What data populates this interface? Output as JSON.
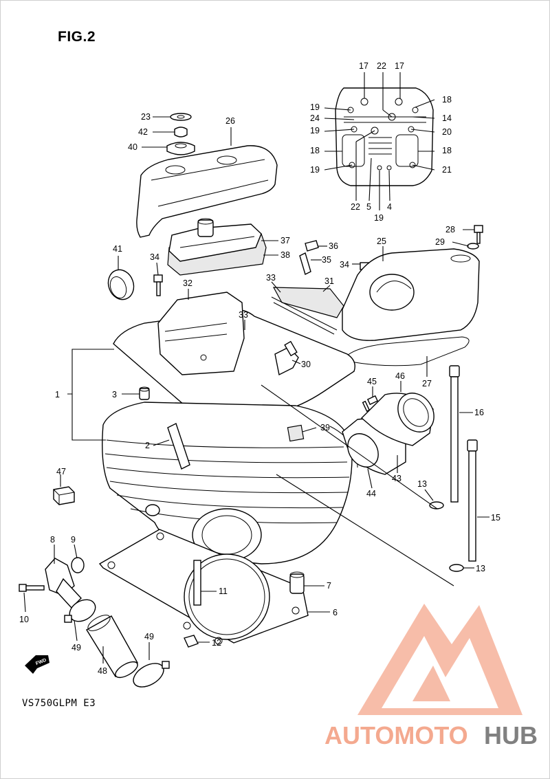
{
  "figure": {
    "title": "FIG.2",
    "model_code": "VS750GLPM E3",
    "fwd_label": "FWD"
  },
  "watermark": {
    "text_part1": "AUTOMOTO",
    "text_part2": "HUB",
    "color_primary": "#f4a98f",
    "color_logo": "#ee3a3a",
    "color_secondary": "#808080"
  },
  "callouts": {
    "c1": "1",
    "c2": "2",
    "c3": "3",
    "c4": "4",
    "c5": "5",
    "c6": "6",
    "c7": "7",
    "c8": "8",
    "c9": "9",
    "c10": "10",
    "c11": "11",
    "c12": "12",
    "c13a": "13",
    "c13b": "13",
    "c14": "14",
    "c15": "15",
    "c16": "16",
    "c17a": "17",
    "c17b": "17",
    "c18a": "18",
    "c18b": "18",
    "c18c": "18",
    "c19a": "19",
    "c19b": "19",
    "c19c": "19",
    "c19d": "19",
    "c20": "20",
    "c21": "21",
    "c22a": "22",
    "c22b": "22",
    "c23": "23",
    "c24": "24",
    "c25": "25",
    "c26": "26",
    "c27": "27",
    "c28": "28",
    "c29": "29",
    "c30": "30",
    "c31": "31",
    "c32": "32",
    "c33a": "33",
    "c33b": "33",
    "c34a": "34",
    "c34b": "34",
    "c35": "35",
    "c36": "36",
    "c37": "37",
    "c38": "38",
    "c39": "39",
    "c40": "40",
    "c41": "41",
    "c42": "42",
    "c43": "43",
    "c44": "44",
    "c45": "45",
    "c46": "46",
    "c47": "47",
    "c48": "48",
    "c49a": "49",
    "c49b": "49"
  }
}
